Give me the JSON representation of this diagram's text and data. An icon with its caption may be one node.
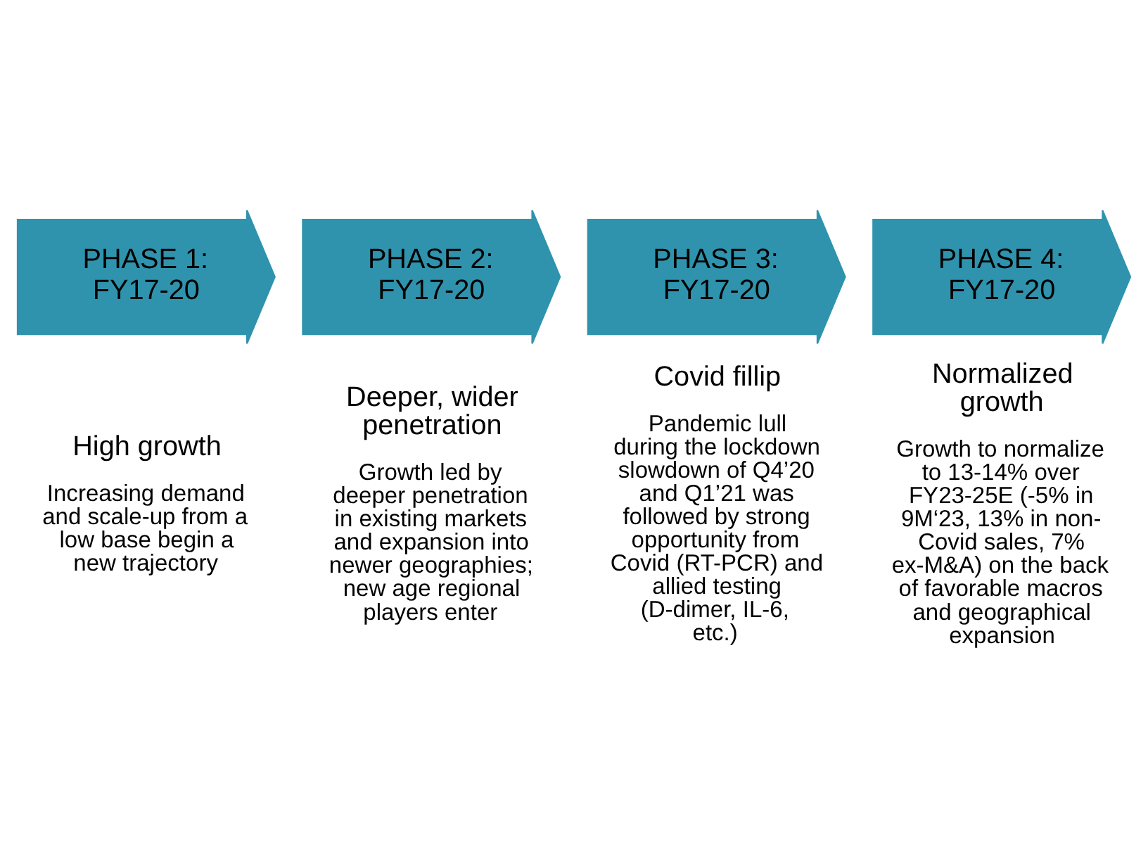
{
  "diagram": {
    "nodes": [
      {
        "text": [
          "PHASE 1: FY17-20"
        ],
        "beside": [
          "High growth",
          "Increasing demand and scale-up from a low base begin a new trajectory"
        ]
      },
      {
        "text": [
          "PHASE 2: FY17-20"
        ],
        "beside": [
          "Deeper, wider penetration",
          "Growth led by deeper penetration in existing markets and expansion into newer geographies; new age regional players enter"
        ]
      },
      {
        "text": [
          "PHASE 3: FY17-20"
        ],
        "beside": [
          "Covid fillip",
          "Pandemic lull during the lockdown slowdown of Q4’20 and Q1’21 was followed by strong opportunity from Covid (RT-PCR) and allied testing (D-dimer, IL-6, etc.)"
        ]
      },
      {
        "text": [
          "PHASE 4: FY17-20"
        ],
        "beside": [
          "Normalized growth",
          "Growth to normalize to 13-14% over FY23-25E (-5% in 9M‘23, 13% in non-Covid sales, 7% ex-M&A) on the back of favorable macros and geographical expansion"
        ]
      }
    ]
  }
}
